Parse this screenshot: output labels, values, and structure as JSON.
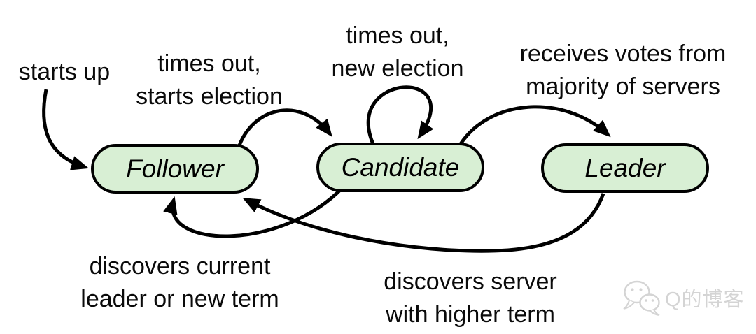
{
  "diagram_type": "state-machine",
  "states": [
    {
      "id": "follower",
      "label": "Follower"
    },
    {
      "id": "candidate",
      "label": "Candidate"
    },
    {
      "id": "leader",
      "label": "Leader"
    }
  ],
  "transitions": [
    {
      "from": "start",
      "to": "follower",
      "label": "starts up"
    },
    {
      "from": "follower",
      "to": "candidate",
      "label": "times out,\nstarts election"
    },
    {
      "from": "candidate",
      "to": "candidate",
      "label": "times out,\nnew election"
    },
    {
      "from": "candidate",
      "to": "leader",
      "label": "receives votes from\nmajority of servers"
    },
    {
      "from": "candidate",
      "to": "follower",
      "label": "discovers current\nleader or new term"
    },
    {
      "from": "leader",
      "to": "follower",
      "label": "discovers server\nwith higher term"
    }
  ],
  "colors": {
    "state_fill": "#d8efd4",
    "state_border": "#000000",
    "arrow": "#000000",
    "label_text": "#0a0a0a",
    "watermark": "#d4d4d4",
    "background": "#ffffff"
  },
  "watermark": {
    "icon": "wechat-icon",
    "text": "Q的博客"
  }
}
